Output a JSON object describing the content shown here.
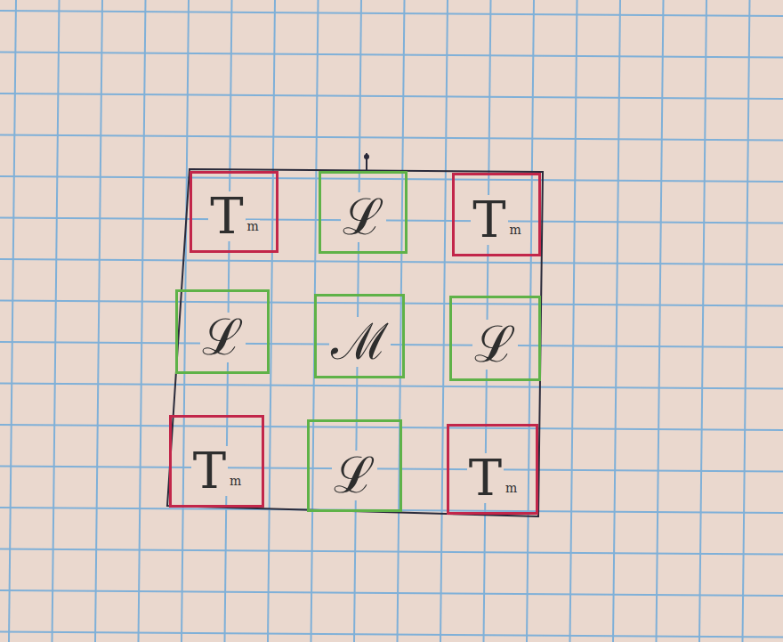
{
  "diagram": {
    "nodes": [
      {
        "text": [
          "T",
          "m"
        ]
      },
      {
        "text": [
          "ℒ"
        ]
      },
      {
        "text": [
          "T",
          "m"
        ]
      },
      {
        "text": [
          "ℒ"
        ]
      },
      {
        "text": [
          "ℳ"
        ]
      },
      {
        "text": [
          "ℒ"
        ]
      },
      {
        "text": [
          "T",
          "m"
        ]
      },
      {
        "text": [
          "ℒ"
        ]
      },
      {
        "text": [
          "T",
          "m"
        ]
      }
    ]
  }
}
